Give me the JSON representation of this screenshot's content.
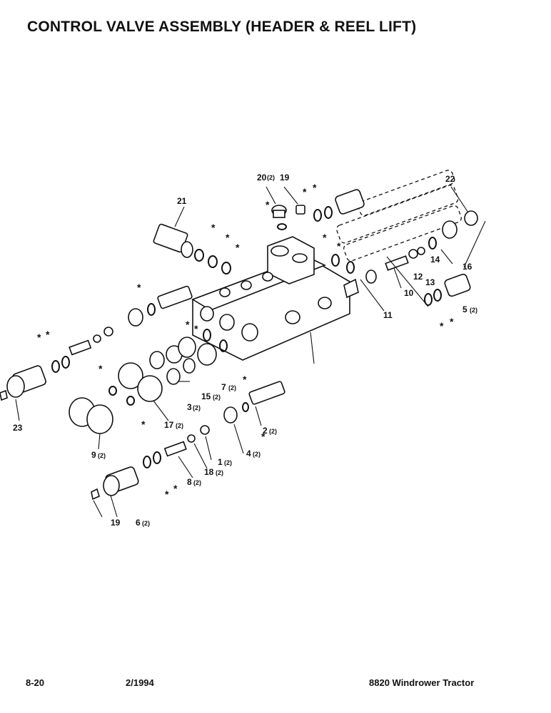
{
  "title": "CONTROL VALVE ASSEMBLY (HEADER & REEL LIFT)",
  "footer": {
    "page": "8-20",
    "date": "2/1994",
    "model": "8820 Windrower Tractor"
  },
  "callouts": {
    "c1": "1",
    "c1q": "(2)",
    "c2": "2",
    "c2q": "(2)",
    "c3": "3",
    "c3q": "(2)",
    "c4": "4",
    "c4q": "(2)",
    "c5": "5",
    "c5q": "(2)",
    "c6": "6",
    "c6q": "(2)",
    "c7": "7",
    "c7q": "(2)",
    "c8": "8",
    "c8q": "(2)",
    "c9": "9",
    "c9q": "(2)",
    "c10": "10",
    "c11": "11",
    "c12": "12",
    "c13": "13",
    "c14": "14",
    "c15": "15",
    "c15q": "(2)",
    "c16": "16",
    "c17": "17",
    "c17q": "(2)",
    "c18": "18",
    "c18q": "(2)",
    "c19a": "19",
    "c19b": "19",
    "c20": "20",
    "c20q": "(2)",
    "c21": "21",
    "c22": "22",
    "c23": "23",
    "star": "*"
  }
}
